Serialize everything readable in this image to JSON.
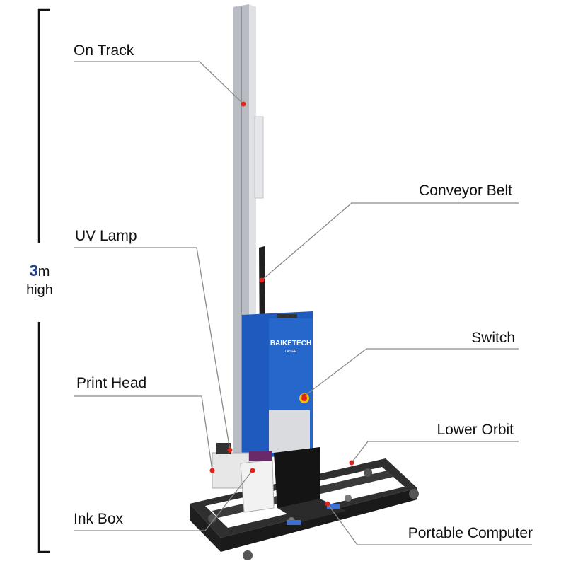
{
  "colors": {
    "frame_blue": "#1f5bbf",
    "rail_silver": "#c9ccd1",
    "base_black": "#2a2a2a",
    "dot_red": "#e2231a",
    "leader_gray": "#8a8a8a",
    "height_accent": "#1f3f8f"
  },
  "height": {
    "value": "3",
    "unit": "m",
    "word": "high"
  },
  "labels": {
    "on_track": "On Track",
    "conveyor_belt": "Conveyor Belt",
    "uv_lamp": "UV Lamp",
    "switch": "Switch",
    "print_head": "Print Head",
    "lower_orbit": "Lower Orbit",
    "ink_box": "Ink Box",
    "portable_computer": "Portable Computer"
  },
  "brand": {
    "name": "BAIKETECH",
    "sub": "LASER"
  }
}
